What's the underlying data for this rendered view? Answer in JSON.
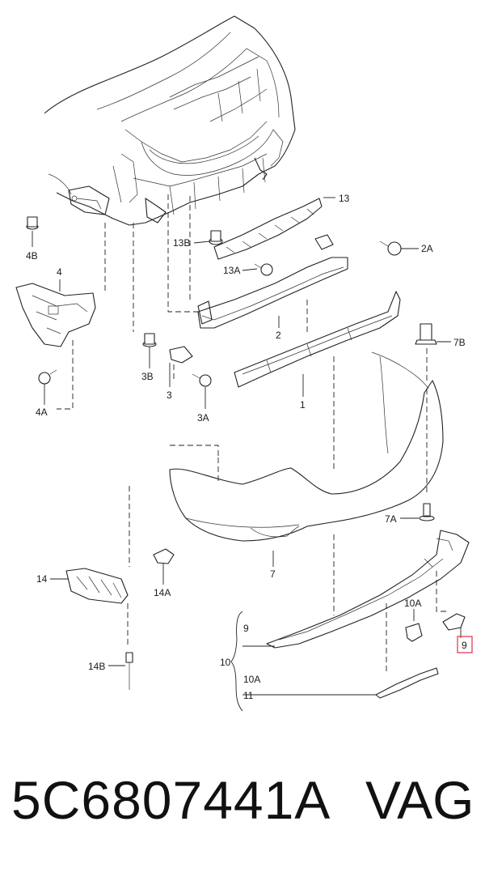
{
  "callouts": {
    "c13": "13",
    "c13B": "13B",
    "c13A": "13A",
    "c2A": "2A",
    "c4B": "4B",
    "c4": "4",
    "c2": "2",
    "c7B": "7B",
    "c3B": "3B",
    "c3": "3",
    "c3A": "3A",
    "c1": "1",
    "c4A": "4A",
    "c7A": "7A",
    "c14": "14",
    "c14A": "14A",
    "c7": "7",
    "c10A_top": "10A",
    "c9": "9",
    "c9_box": "9",
    "c10": "10",
    "c14B": "14B",
    "c10A": "10A",
    "c11": "11"
  },
  "footer": {
    "part_number": "5C6807441A",
    "brand": "VAG"
  },
  "colors": {
    "line": "#222222",
    "highlight_box": "#e0304a",
    "background": "#ffffff"
  }
}
